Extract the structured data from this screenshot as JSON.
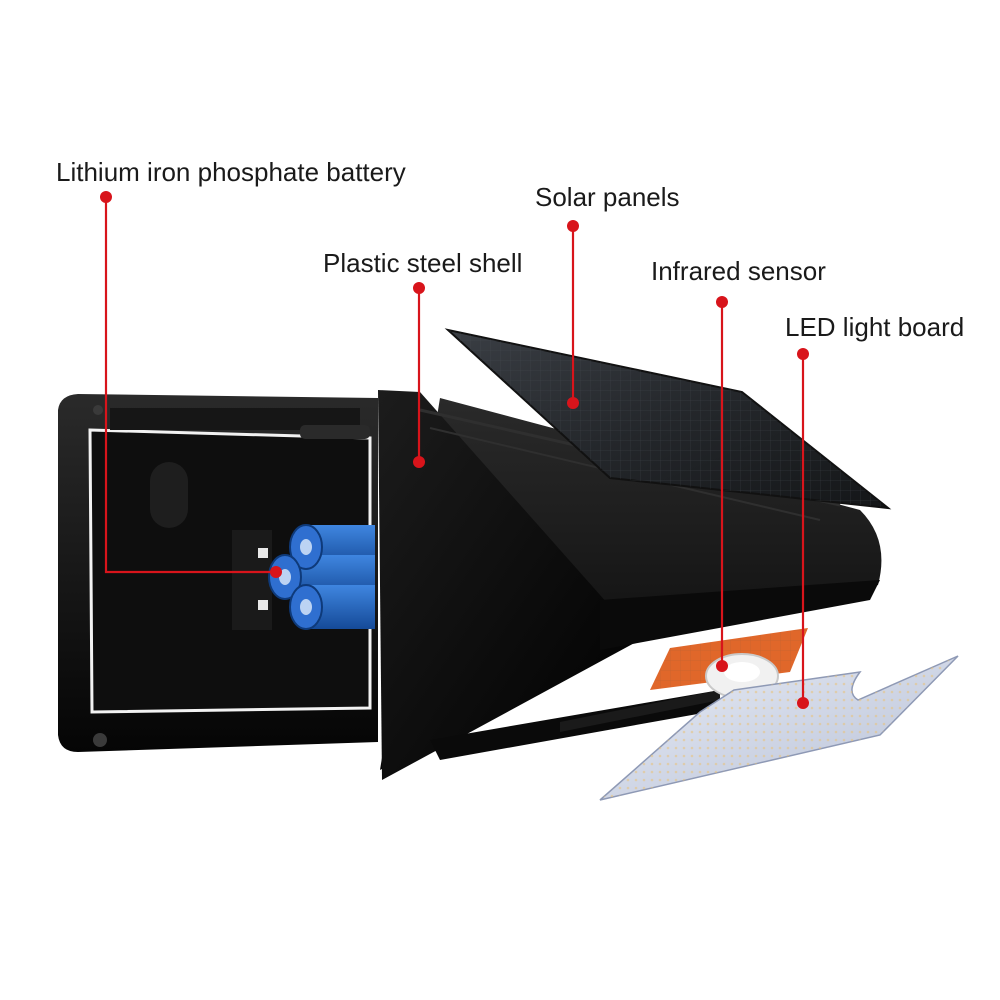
{
  "callouts": {
    "battery": "Lithium iron phosphate battery",
    "solar_panels": "Solar panels",
    "shell": "Plastic steel shell",
    "infrared_sensor": "Infrared sensor",
    "led_board": "LED light board"
  },
  "colors": {
    "callout_line": "#d8141b",
    "shell_black": "#111111",
    "battery_blue": "#1f5fb8",
    "solar_cell": "#2a2d31",
    "led_board": "#cfd6e6",
    "sensor_orange": "#e0672a"
  }
}
